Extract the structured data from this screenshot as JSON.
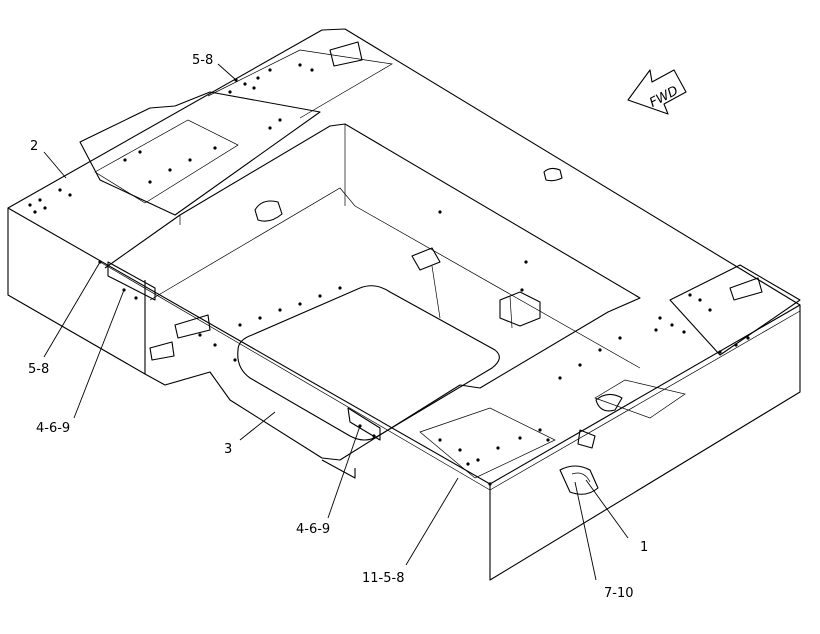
{
  "callouts": {
    "c1": "5-8",
    "c2": "2",
    "c3": "5-8",
    "c4": "4-6-9",
    "c5": "3",
    "c6": "4-6-9",
    "c7": "11-5-8",
    "c8": "7-10",
    "c9": "1"
  },
  "fwd_label": "FWD"
}
